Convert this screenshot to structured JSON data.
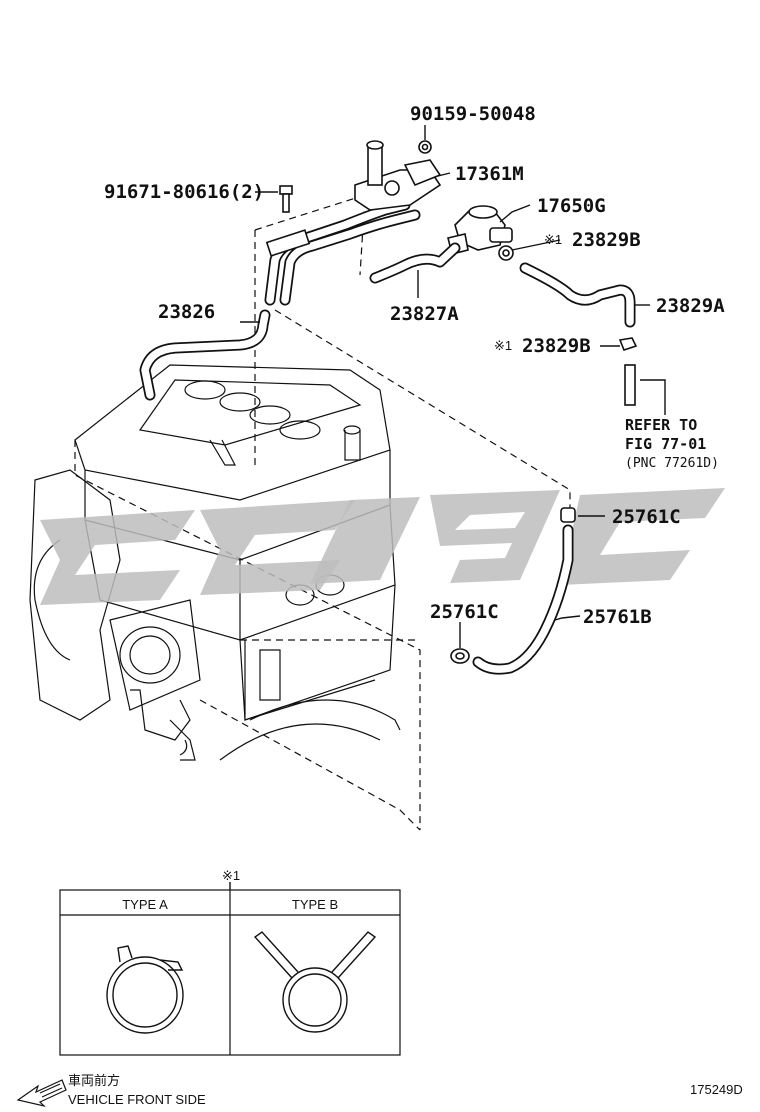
{
  "parts": {
    "p90159": "90159-50048",
    "p17361": "17361M",
    "p91671": "91671-80616(2)",
    "p17650": "17650G",
    "p23829b_top": "23829B",
    "p23826": "23826",
    "p23827": "23827A",
    "p23829a": "23829A",
    "p23829b_mid": "23829B",
    "p25761c_right": "25761C",
    "p25761c_left": "25761C",
    "p25761b": "25761B"
  },
  "refer": {
    "line1": "REFER TO",
    "line2": "FIG 77-01",
    "line3": "(PNC 77261D)"
  },
  "note_mark": "※1",
  "clamp_table": {
    "mark": "※1",
    "type_a": "TYPE A",
    "type_b": "TYPE B"
  },
  "front": {
    "jp": "車両前方",
    "en": "VEHICLE FRONT SIDE"
  },
  "figure_id": "175249D",
  "watermark_text": "ccl 9c"
}
